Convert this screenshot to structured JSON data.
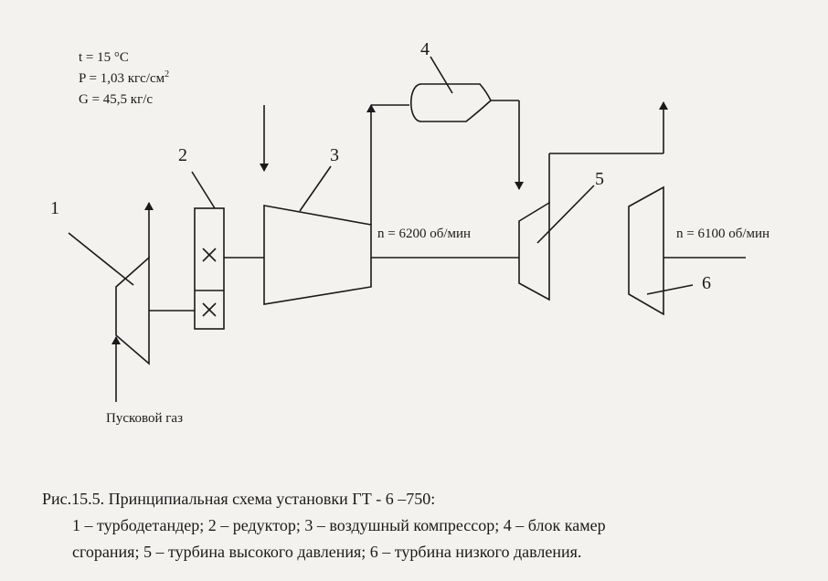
{
  "conditions": {
    "temperature": "t = 15 °C",
    "pressure_prefix": "P = 1,03 кгс/см",
    "pressure_sup": "2",
    "flow": "G = 45,5 кг/с"
  },
  "labels": {
    "n1": "1",
    "n2": "2",
    "n3": "3",
    "n4": "4",
    "n5": "5",
    "n6": "6"
  },
  "speeds": {
    "hp_shaft": "n = 6200 об/мин",
    "lp_shaft": "n = 6100 об/мин"
  },
  "start_gas": "Пусковой газ",
  "caption": {
    "title": "Рис.15.5.  Принципиальная схема установки ГТ -  6 –750:",
    "line2": "1 – турбодетандер; 2 – редуктор; 3 – воздушный компрессор; 4 – блок камер",
    "line3": "сгорания; 5 – турбина высокого давления; 6 – турбина низкого давления."
  },
  "colors": {
    "ink": "#1a1a1a",
    "paper": "#f4f2ee"
  }
}
